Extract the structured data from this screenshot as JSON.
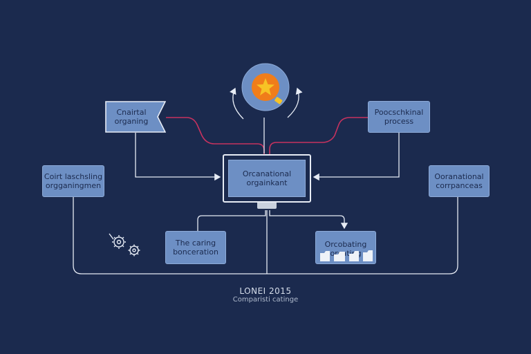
{
  "colors": {
    "background": "#1b2a4e",
    "box_fill": "#6d8fc4",
    "connector": "#e7ecf5",
    "accent_connector": "#c8325f",
    "badge_ring": "#6d8fc4",
    "badge_core": "#f07d1a",
    "star": "#f7c325"
  },
  "nodes": {
    "top_left": {
      "line1": "Cnairtal",
      "line2": "organing"
    },
    "top_right": {
      "line1": "Poocschkinal",
      "line2": "process"
    },
    "mid_left": {
      "line1": "Coirt laschsling",
      "line2": "orgganingmen"
    },
    "mid_right": {
      "line1": "Ooranational",
      "line2": "corrpanceas"
    },
    "center": {
      "line1": "Orcanational",
      "line2": "orgainkant"
    },
    "bottom_left": {
      "line1": "The caring",
      "line2": "bonceration"
    },
    "bottom_right": {
      "line1": "Orcobating",
      "line2": "orcating"
    }
  },
  "icons": {
    "badge": "star-icon",
    "tool": "gears-icon",
    "monitor": "monitor-icon"
  },
  "footer": {
    "title": "LONEI 2015",
    "subtitle": "Comparisti catinge"
  }
}
